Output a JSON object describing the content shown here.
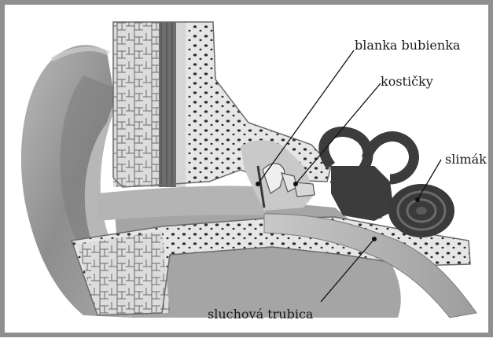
{
  "labels": {
    "eardrum": "blanka bubienka",
    "ossicles": "kostičky",
    "cochlea": "slimák",
    "eustachian_tube": "sluchová trubica"
  },
  "colors": {
    "border": "#8f8f8f",
    "skin": "#9a9a9a",
    "bone": "#e2e2e2",
    "dark_part": "#3c3c3c",
    "leader_line": "#111111"
  }
}
